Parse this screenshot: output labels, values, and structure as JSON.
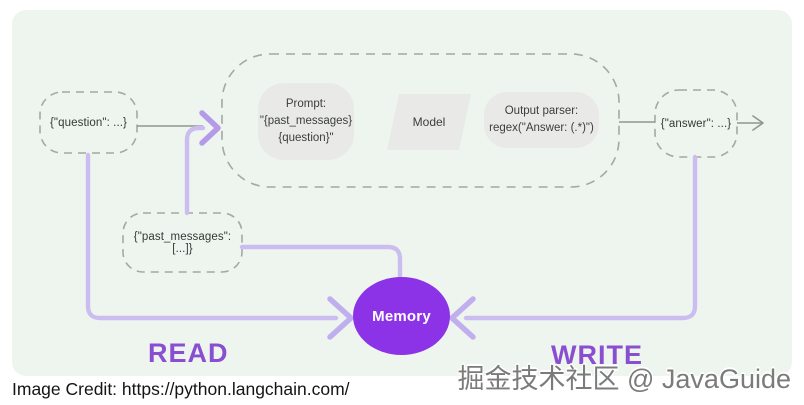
{
  "page": {
    "credit": "Image Credit: https://python.langchain.com/",
    "watermark": "掘金技术社区 @ JavaGuide"
  },
  "diagram": {
    "input_node": {
      "label": "{\"question\": ...}"
    },
    "output_node": {
      "label": "{\"answer\": ...}"
    },
    "past_messages_node": {
      "label": "{\"past_messages\": [...]}"
    },
    "chain": {
      "prompt": {
        "line1": "Prompt:",
        "line2": "\"{past_messages}",
        "line3": "{question}\""
      },
      "model": {
        "label": "Model"
      },
      "output_parser": {
        "line1": "Output parser:",
        "line2": "regex(\"Answer: (.*)\")"
      }
    },
    "memory": {
      "label": "Memory"
    },
    "read_label": "READ",
    "write_label": "WRITE"
  },
  "colors": {
    "panel_background": "#edf5ee",
    "memory_fill": "#8c33e8",
    "read_write_text": "#8a4fd1",
    "purple_line": "#ccbdf1",
    "purple_arrow": "#b49ae9",
    "gray_line": "#8f988f",
    "dashed_border": "#a2aaa2",
    "box_fill": "#e9eae7"
  }
}
